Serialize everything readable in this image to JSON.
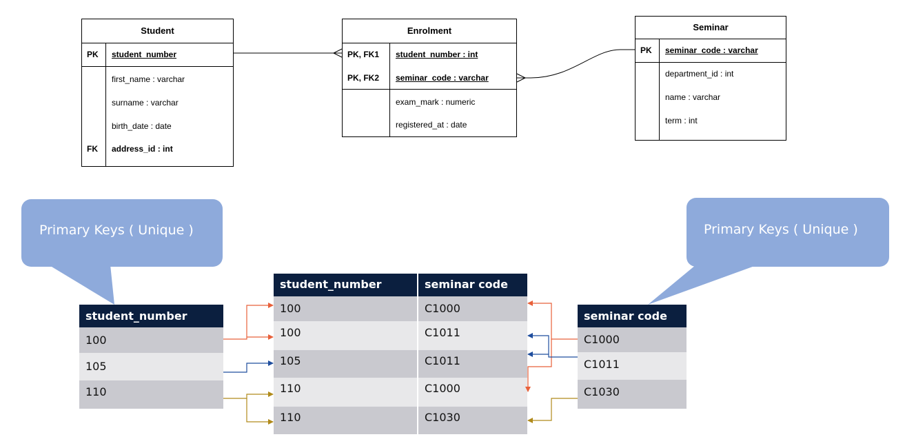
{
  "er": {
    "student": {
      "title": "Student",
      "rows": [
        {
          "key": "PK",
          "field": "student_number"
        },
        {
          "key": "",
          "field": "first_name : varchar"
        },
        {
          "key": "",
          "field": "surname : varchar"
        },
        {
          "key": "",
          "field": "birth_date : date"
        },
        {
          "key": "FK",
          "field": "address_id : int"
        }
      ]
    },
    "enrolment": {
      "title": "Enrolment",
      "rows": [
        {
          "key": "PK, FK1",
          "field": "student_number :  int"
        },
        {
          "key": "PK, FK2",
          "field": "seminar_code : varchar"
        },
        {
          "key": "",
          "field": "exam_mark : numeric"
        },
        {
          "key": "",
          "field": "registered_at : date"
        }
      ]
    },
    "seminar": {
      "title": "Seminar",
      "rows": [
        {
          "key": "PK",
          "field": "seminar_code : varchar"
        },
        {
          "key": "",
          "field": "department_id : int"
        },
        {
          "key": "",
          "field": "name : varchar"
        },
        {
          "key": "",
          "field": "term : int"
        }
      ]
    }
  },
  "callouts": {
    "left": "Primary Keys ( Unique )",
    "right": "Primary Keys ( Unique )"
  },
  "tables": {
    "student_numbers": {
      "header": "student_number",
      "values": [
        "100",
        "105",
        "110"
      ]
    },
    "enrolments": {
      "headers": [
        "student_number",
        "seminar code"
      ],
      "rows": [
        [
          "100",
          "C1000"
        ],
        [
          "100",
          "C1011"
        ],
        [
          "105",
          "C1011"
        ],
        [
          "110",
          "C1000"
        ],
        [
          "110",
          "C1030"
        ]
      ]
    },
    "seminar_codes": {
      "header": "seminar code",
      "values": [
        "C1000",
        "C1011",
        "C1030"
      ]
    }
  },
  "colors": {
    "table_header": "#0b1f3f",
    "row_dark": "#c9c9cf",
    "row_light": "#e8e8ea",
    "callout": "#8eaadb",
    "arrow_orange": "#e8603a",
    "arrow_blue": "#1f4e9e",
    "arrow_gold": "#b08a1a"
  }
}
